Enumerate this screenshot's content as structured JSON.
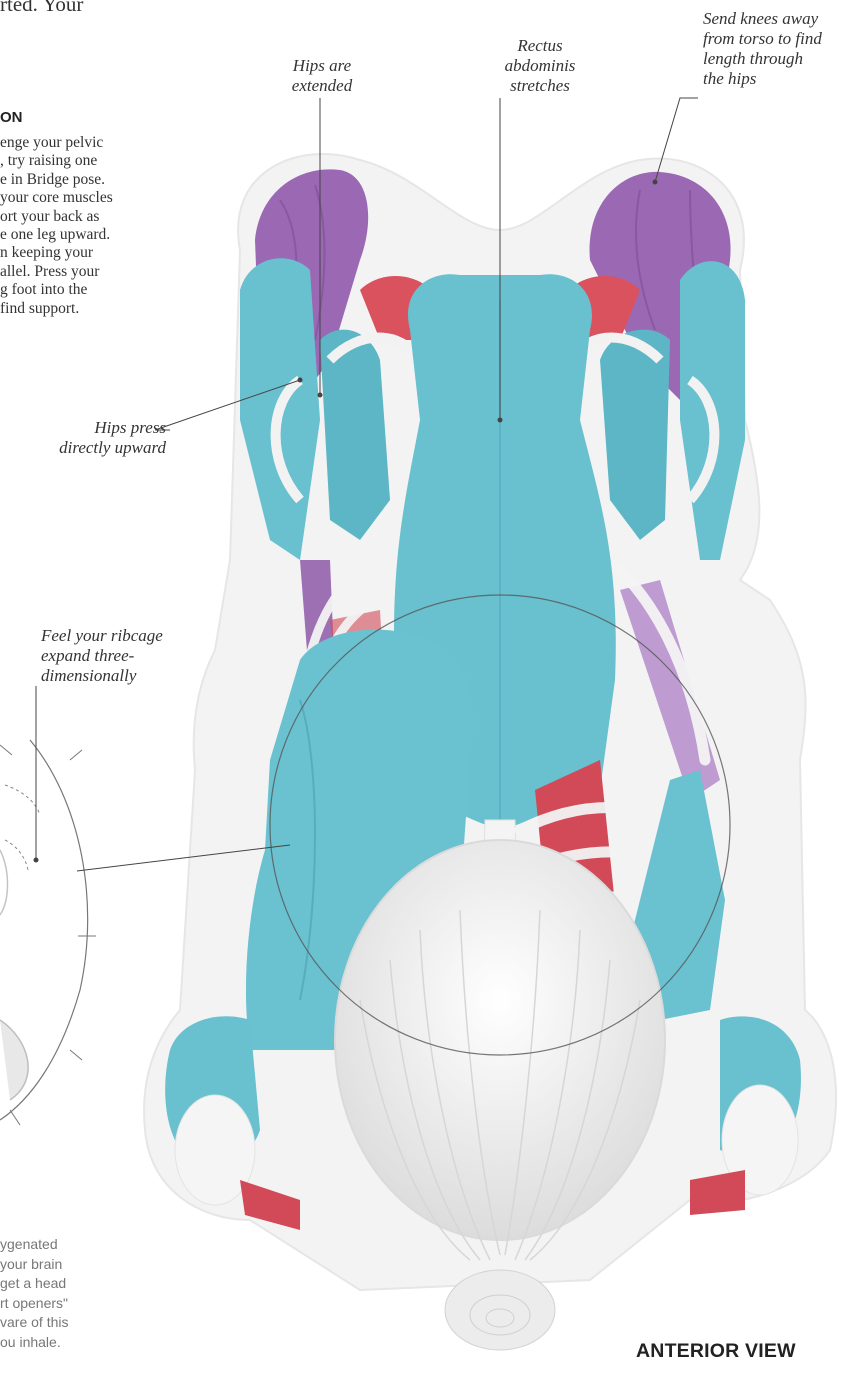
{
  "intro_fragment": "rted. Your",
  "variation": {
    "heading": "ON",
    "lines": [
      "enge your pelvic",
      ", try raising one",
      "e in Bridge pose.",
      "your core muscles",
      "ort your back as",
      "e one leg upward.",
      "n keeping your",
      "allel. Press your",
      "g foot into the",
      "find support."
    ]
  },
  "annotations": {
    "hips_extended": [
      "Hips are",
      "extended"
    ],
    "rectus": [
      "Rectus",
      "abdominis",
      "stretches"
    ],
    "knees": [
      "Send knees away",
      "from torso to find",
      "length through",
      "the hips"
    ],
    "hips_press": [
      "Hips press",
      "directly upward"
    ],
    "ribcage": [
      "Feel your ribcage",
      "expand three-",
      "dimensionally"
    ]
  },
  "footnote": [
    "ygenated",
    "your brain",
    "get a head",
    "rt openers\"",
    "vare of this",
    "ou inhale."
  ],
  "view_label": "ANTERIOR VIEW",
  "colors": {
    "teal": "#6cc1cf",
    "teal_dark": "#3f9fb0",
    "purple": "#9a66b3",
    "red": "#d9505c",
    "bone": "#f1f1f1",
    "body_outline": "#ebebeb"
  }
}
